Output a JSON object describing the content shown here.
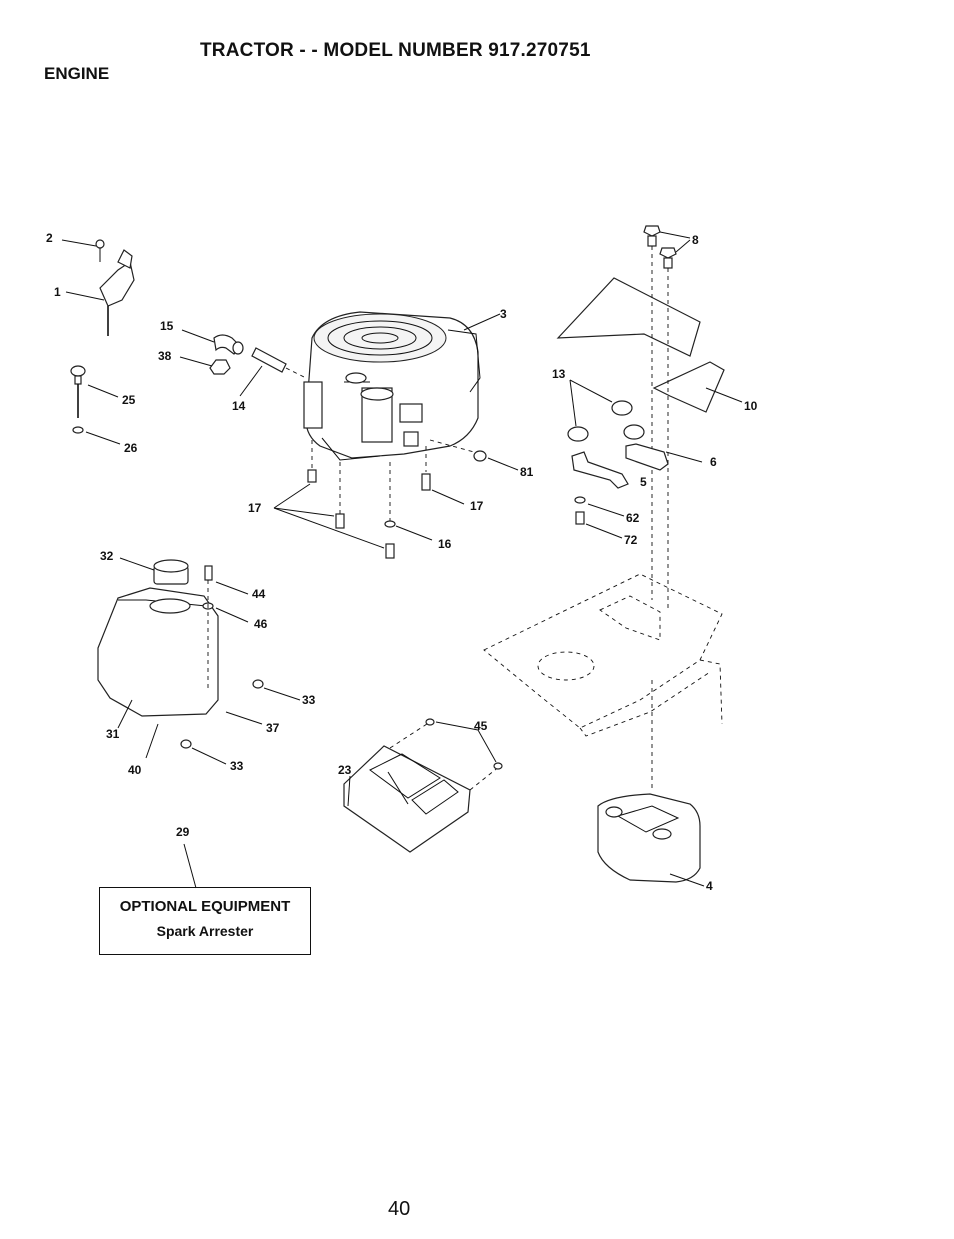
{
  "header": {
    "title": "TRACTOR - - MODEL NUMBER 917.270751",
    "section": "ENGINE"
  },
  "callouts": {
    "c1": "1",
    "c2": "2",
    "c3": "3",
    "c4": "4",
    "c5": "5",
    "c6": "6",
    "c8": "8",
    "c10": "10",
    "c13": "13",
    "c14": "14",
    "c15": "15",
    "c16": "16",
    "c17a": "17",
    "c17b": "17",
    "c23": "23",
    "c25": "25",
    "c26": "26",
    "c29": "29",
    "c31": "31",
    "c32": "32",
    "c33a": "33",
    "c33b": "33",
    "c37": "37",
    "c38": "38",
    "c40": "40",
    "c44": "44",
    "c45": "45",
    "c46": "46",
    "c62": "62",
    "c72": "72",
    "c81": "81"
  },
  "optional": {
    "title": "OPTIONAL EQUIPMENT",
    "item": "Spark Arrester"
  },
  "footer": {
    "page_number": "40"
  }
}
